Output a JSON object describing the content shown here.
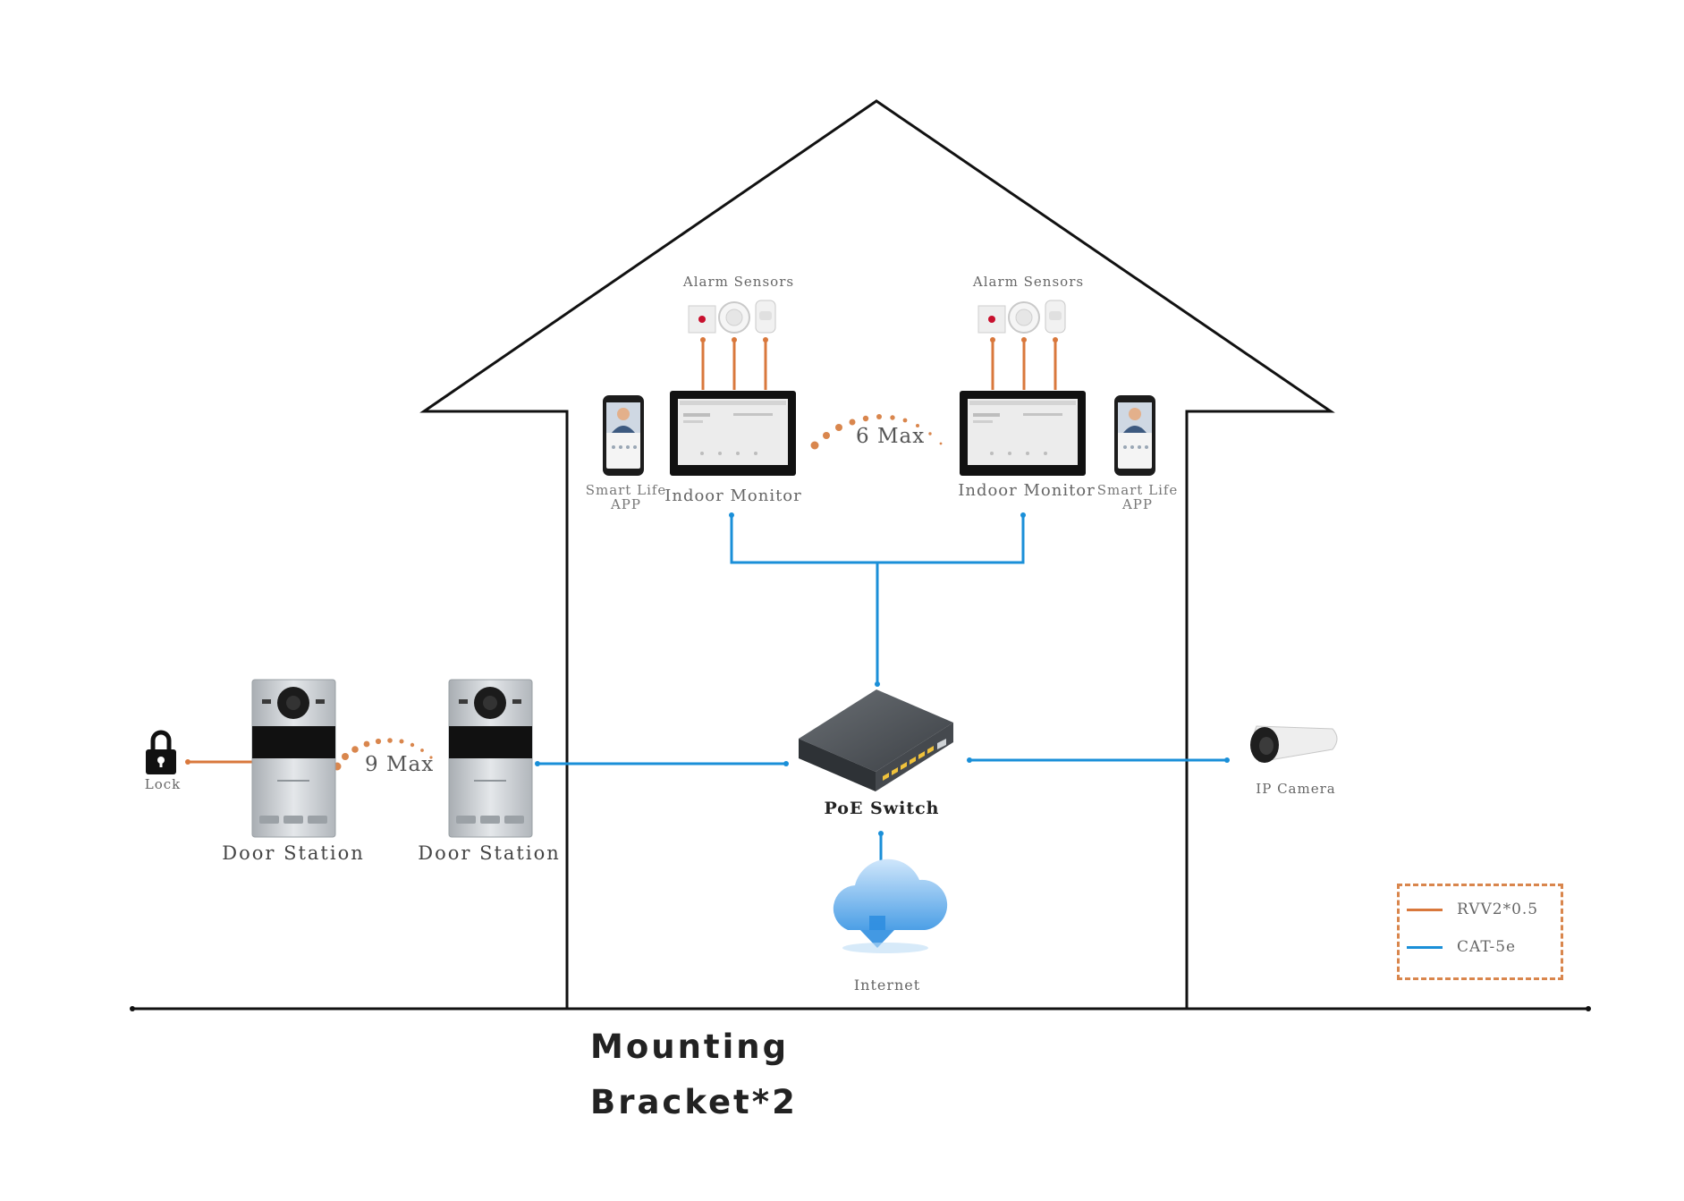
{
  "colors": {
    "rvv_wire": "#d9783c",
    "cat_wire": "#1a8fd8",
    "outline": "#111111",
    "dots": "#d9864d"
  },
  "labels": {
    "alarm_left": "Alarm Sensors",
    "alarm_right": "Alarm Sensors",
    "indoor_left": "Indoor Monitor",
    "indoor_right": "Indoor Monitor",
    "app_left": [
      "Smart Life",
      "APP"
    ],
    "app_right": [
      "Smart Life",
      "APP"
    ],
    "max_monitors": "6 Max",
    "max_doors": "9 Max",
    "lock": "Lock",
    "door_left": "Door Station",
    "door_right": "Door Station",
    "switch": "PoE Switch",
    "camera": "IP Camera",
    "internet": "Internet",
    "mounting": [
      "Mounting",
      "Bracket*2"
    ]
  },
  "legend": [
    {
      "label": "RVV2*0.5",
      "color": "#d9783c"
    },
    {
      "label": "CAT-5e",
      "color": "#1a8fd8"
    }
  ],
  "icons": {
    "alarm_sensors": [
      "emergency-button-icon",
      "smoke-detector-icon",
      "pir-sensor-icon"
    ],
    "phone": "smartphone-icon",
    "monitor": "indoor-monitor-icon",
    "door_station": "door-station-icon",
    "lock": "padlock-icon",
    "switch": "poe-switch-icon",
    "camera": "ip-camera-icon",
    "cloud": "cloud-icon"
  }
}
